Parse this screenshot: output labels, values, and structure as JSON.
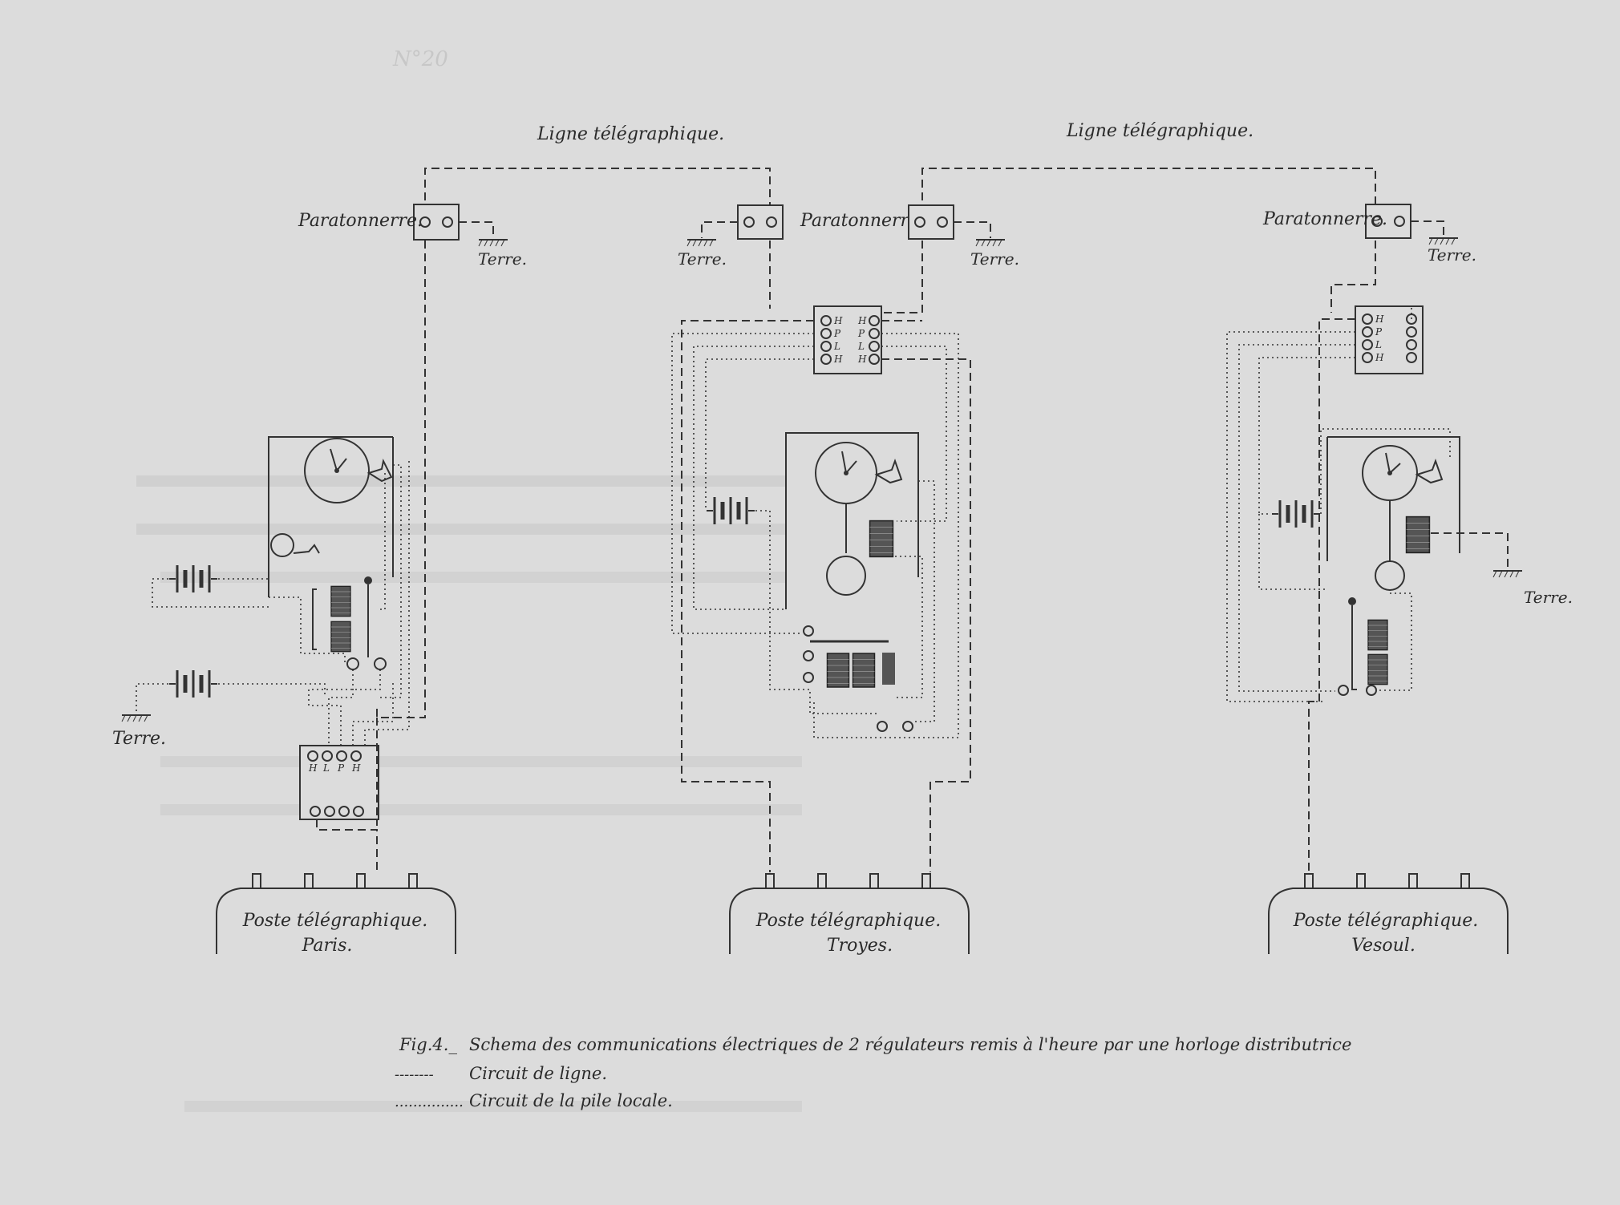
{
  "top": {
    "plate_mark": "N°20",
    "line_left": "Ligne télégraphique.",
    "line_right": "Ligne télégraphique."
  },
  "labels": {
    "paratonnerre": "Paratonnerre.",
    "terre": "Terre."
  },
  "terminals": {
    "plain": [
      "H",
      "L",
      "P",
      "H"
    ],
    "rotated_a": [
      "H",
      "L",
      "P",
      "H"
    ],
    "rotated_b": [
      "H",
      "P",
      "L",
      "H"
    ]
  },
  "stations": [
    {
      "title": "Poste télégraphique.",
      "city": "Paris."
    },
    {
      "title": "Poste télégraphique.",
      "city": "Troyes."
    },
    {
      "title": "Poste télégraphique.",
      "city": "Vesoul."
    }
  ],
  "caption": {
    "fig": "Fig.4._",
    "text": "Schema des communications électriques de 2 régulateurs remis à l'heure par une horloge distributrice",
    "legend": [
      {
        "mark": "--------",
        "text": "Circuit de ligne."
      },
      {
        "mark": "...............",
        "text": "Circuit de la pile locale."
      }
    ]
  },
  "colors": {
    "paper": "#dcdcdc",
    "ink": "#2a2a2a"
  }
}
